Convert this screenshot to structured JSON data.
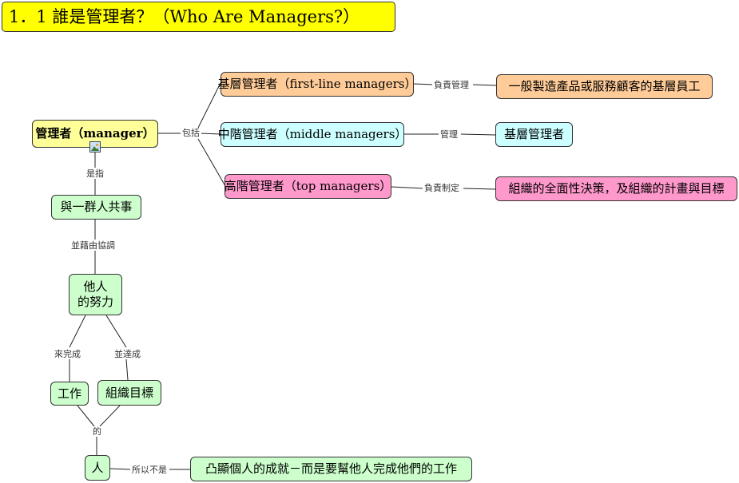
{
  "title": "1．1  誰是管理者？（Who Are Managers?）",
  "nodes": {
    "manager": "管理者（manager）",
    "first_line": "基層管理者（first-line managers）",
    "middle": "中階管理者（middle managers）",
    "top": "高階管理者（top managers）",
    "first_line_target": "一般製造產品或服務顧客的基層員工",
    "middle_target": "基層管理者",
    "top_target": "組織的全面性決策，及組織的計畫與目標",
    "group": "與一群人共事",
    "others_line1": "他人",
    "others_line2": "的努力",
    "work": "工作",
    "org_goals": "組織目標",
    "person": "人",
    "highlight": "凸顯個人的成就－而是要幫他人完成他們的工作"
  },
  "labels": {
    "includes": "包括",
    "responsible_manage": "負責管理",
    "manage": "管理",
    "responsible_set": "負責制定",
    "refers_to": "是指",
    "via_coordination": "並藉由協調",
    "to_complete": "來完成",
    "and_achieve": "並達成",
    "of": "的",
    "so_not": "所以不是"
  },
  "icons": {
    "attachment": "image-icon"
  },
  "colors": {
    "title_bg": "#ffff00",
    "root_bg": "#ffff99",
    "first_line_bg": "#ffcc99",
    "middle_bg": "#ccffff",
    "top_bg": "#ff99cc",
    "green_bg": "#ccffcc"
  }
}
